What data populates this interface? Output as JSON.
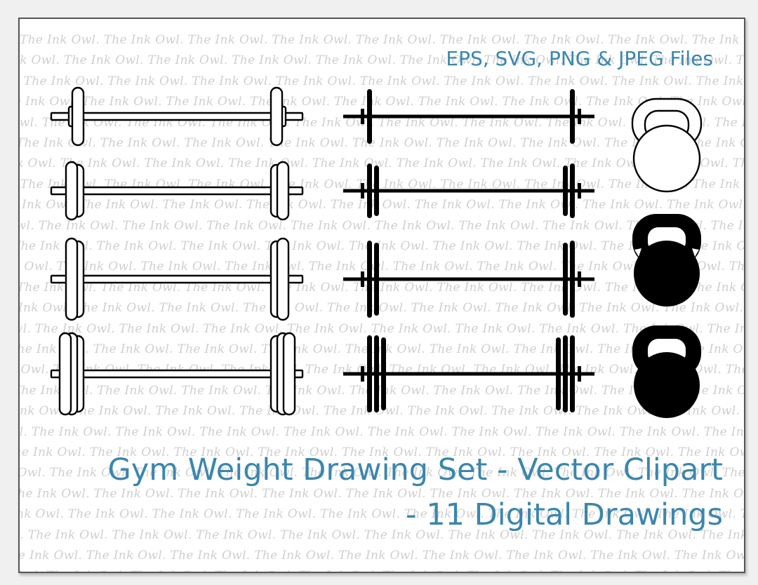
{
  "watermark": {
    "text": "The Ink Owl."
  },
  "header": {
    "files_label": "EPS, SVG, PNG & JPEG Files"
  },
  "title": {
    "line1": "Gym Weight Drawing Set - Vector Clipart",
    "line2": "- 11 Digital Drawings"
  },
  "colors": {
    "accent": "#3b86ad",
    "ink": "#000000",
    "watermark": "#cfcfcf",
    "frame": "#555555"
  },
  "drawings": [
    {
      "name": "barbell-outline-1-plate",
      "style": "outline",
      "plates": 1
    },
    {
      "name": "barbell-outline-2-plates",
      "style": "outline",
      "plates": 2
    },
    {
      "name": "barbell-outline-2-tall-plates",
      "style": "outline",
      "plates": 2
    },
    {
      "name": "barbell-outline-3-plates",
      "style": "outline",
      "plates": 3
    },
    {
      "name": "barbell-solid-1-plate",
      "style": "solid",
      "plates": 1
    },
    {
      "name": "barbell-solid-2-plates",
      "style": "solid",
      "plates": 2
    },
    {
      "name": "barbell-solid-2-tall-plates",
      "style": "solid",
      "plates": 2
    },
    {
      "name": "barbell-solid-3-plates",
      "style": "solid",
      "plates": 3
    },
    {
      "name": "kettlebell-outline",
      "style": "outline"
    },
    {
      "name": "kettlebell-solid-highlight",
      "style": "solid"
    },
    {
      "name": "kettlebell-solid",
      "style": "solid"
    }
  ]
}
